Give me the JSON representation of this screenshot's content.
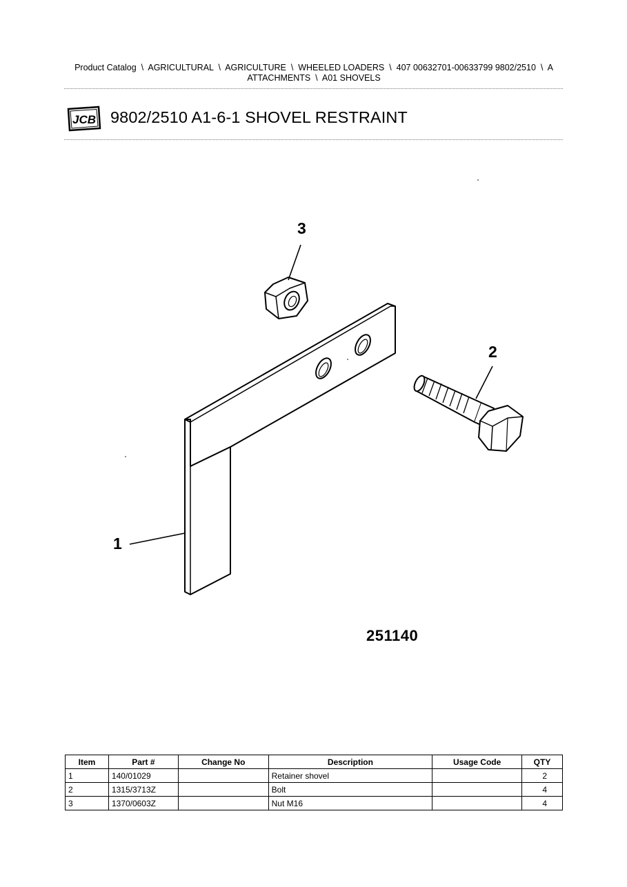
{
  "breadcrumb": {
    "line1": "Product Catalog  \\  AGRICULTURAL  \\  AGRICULTURE  \\  WHEELED LOADERS  \\  407 00632701-00633799 9802/2510  \\  A",
    "line2": "ATTACHMENTS  \\  A01 SHOVELS"
  },
  "logo": {
    "text": "JCB"
  },
  "page_title": "9802/2510 A1-6-1 SHOVEL RESTRAINT",
  "figure": {
    "callouts": [
      "1",
      "2",
      "3"
    ],
    "figure_id": "251140"
  },
  "table": {
    "headers": [
      "Item",
      "Part #",
      "Change No",
      "Description",
      "Usage Code",
      "QTY"
    ],
    "rows": [
      {
        "item": "1",
        "part": "140/01029",
        "change": "",
        "description": "Retainer shovel",
        "usage": "",
        "qty": "2"
      },
      {
        "item": "2",
        "part": "1315/3713Z",
        "change": "",
        "description": "Bolt",
        "usage": "",
        "qty": "4"
      },
      {
        "item": "3",
        "part": "1370/0603Z",
        "change": "",
        "description": "Nut M16",
        "usage": "",
        "qty": "4"
      }
    ]
  }
}
